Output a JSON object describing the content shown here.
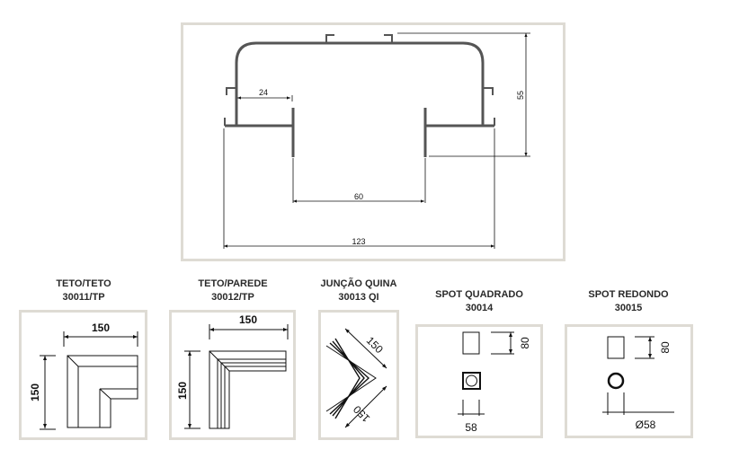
{
  "profile": {
    "dimensions": {
      "width_total": "123",
      "opening": "60",
      "inner_flange": "24",
      "height": "55"
    }
  },
  "items": [
    {
      "name": "TETO/TETO",
      "code": "30011/TP",
      "dim_h": "150",
      "dim_v": "150"
    },
    {
      "name": "TETO/PAREDE",
      "code": "30012/TP",
      "dim_h": "150",
      "dim_v": "150"
    },
    {
      "name": "JUNÇÃO QUINA",
      "code": "30013 QI",
      "dim_a": "150",
      "dim_b": "150"
    },
    {
      "name": "SPOT QUADRADO",
      "code": "30014",
      "dim_h": "80",
      "dim_w": "58"
    },
    {
      "name": "SPOT REDONDO",
      "code": "30015",
      "dim_h": "80",
      "dim_d": "Ø58"
    }
  ]
}
